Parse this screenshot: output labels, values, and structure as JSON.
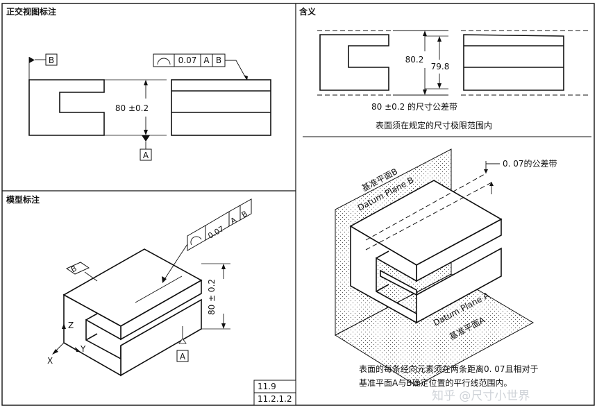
{
  "panels": {
    "ortho_title": "正交视图标注",
    "meaning_title": "含义",
    "model_title": "模型标注"
  },
  "ortho": {
    "datum_b": "B",
    "datum_a": "A",
    "fcf_tolerance": "0.07",
    "fcf_datum_1": "A",
    "fcf_datum_2": "B",
    "dimension": "80 ±0.2"
  },
  "meaning": {
    "upper_limit": "80.2",
    "lower_limit": "79.8",
    "zone_caption": "80 ±0.2 的尺寸公差带",
    "rule_caption": "表面须在规定的尺寸极限范围内",
    "tolerance_zone_label": "0. 07的公差带",
    "datum_plane_b_cn": "基准平面B",
    "datum_plane_b_en": "Datum Plane B",
    "datum_plane_a_en": "Datum Plane A",
    "datum_plane_a_cn": "基准平面A",
    "explanation_line1": "表面的每条经向元素须在两条距离0. 07且相对于",
    "explanation_line2": "基准平面A与B确定位置的平行线范围内。"
  },
  "model": {
    "datum_b": "B",
    "datum_a": "A",
    "fcf_tolerance": "0.07",
    "fcf_datum_1": "A",
    "fcf_datum_2": "B",
    "dimension": "80 ± 0.2",
    "axis_x": "X",
    "axis_y": "Y",
    "axis_z": "Z",
    "ref_1": "11.9",
    "ref_2": "11.2.1.2"
  },
  "watermark": "知乎 @尺寸小世界"
}
